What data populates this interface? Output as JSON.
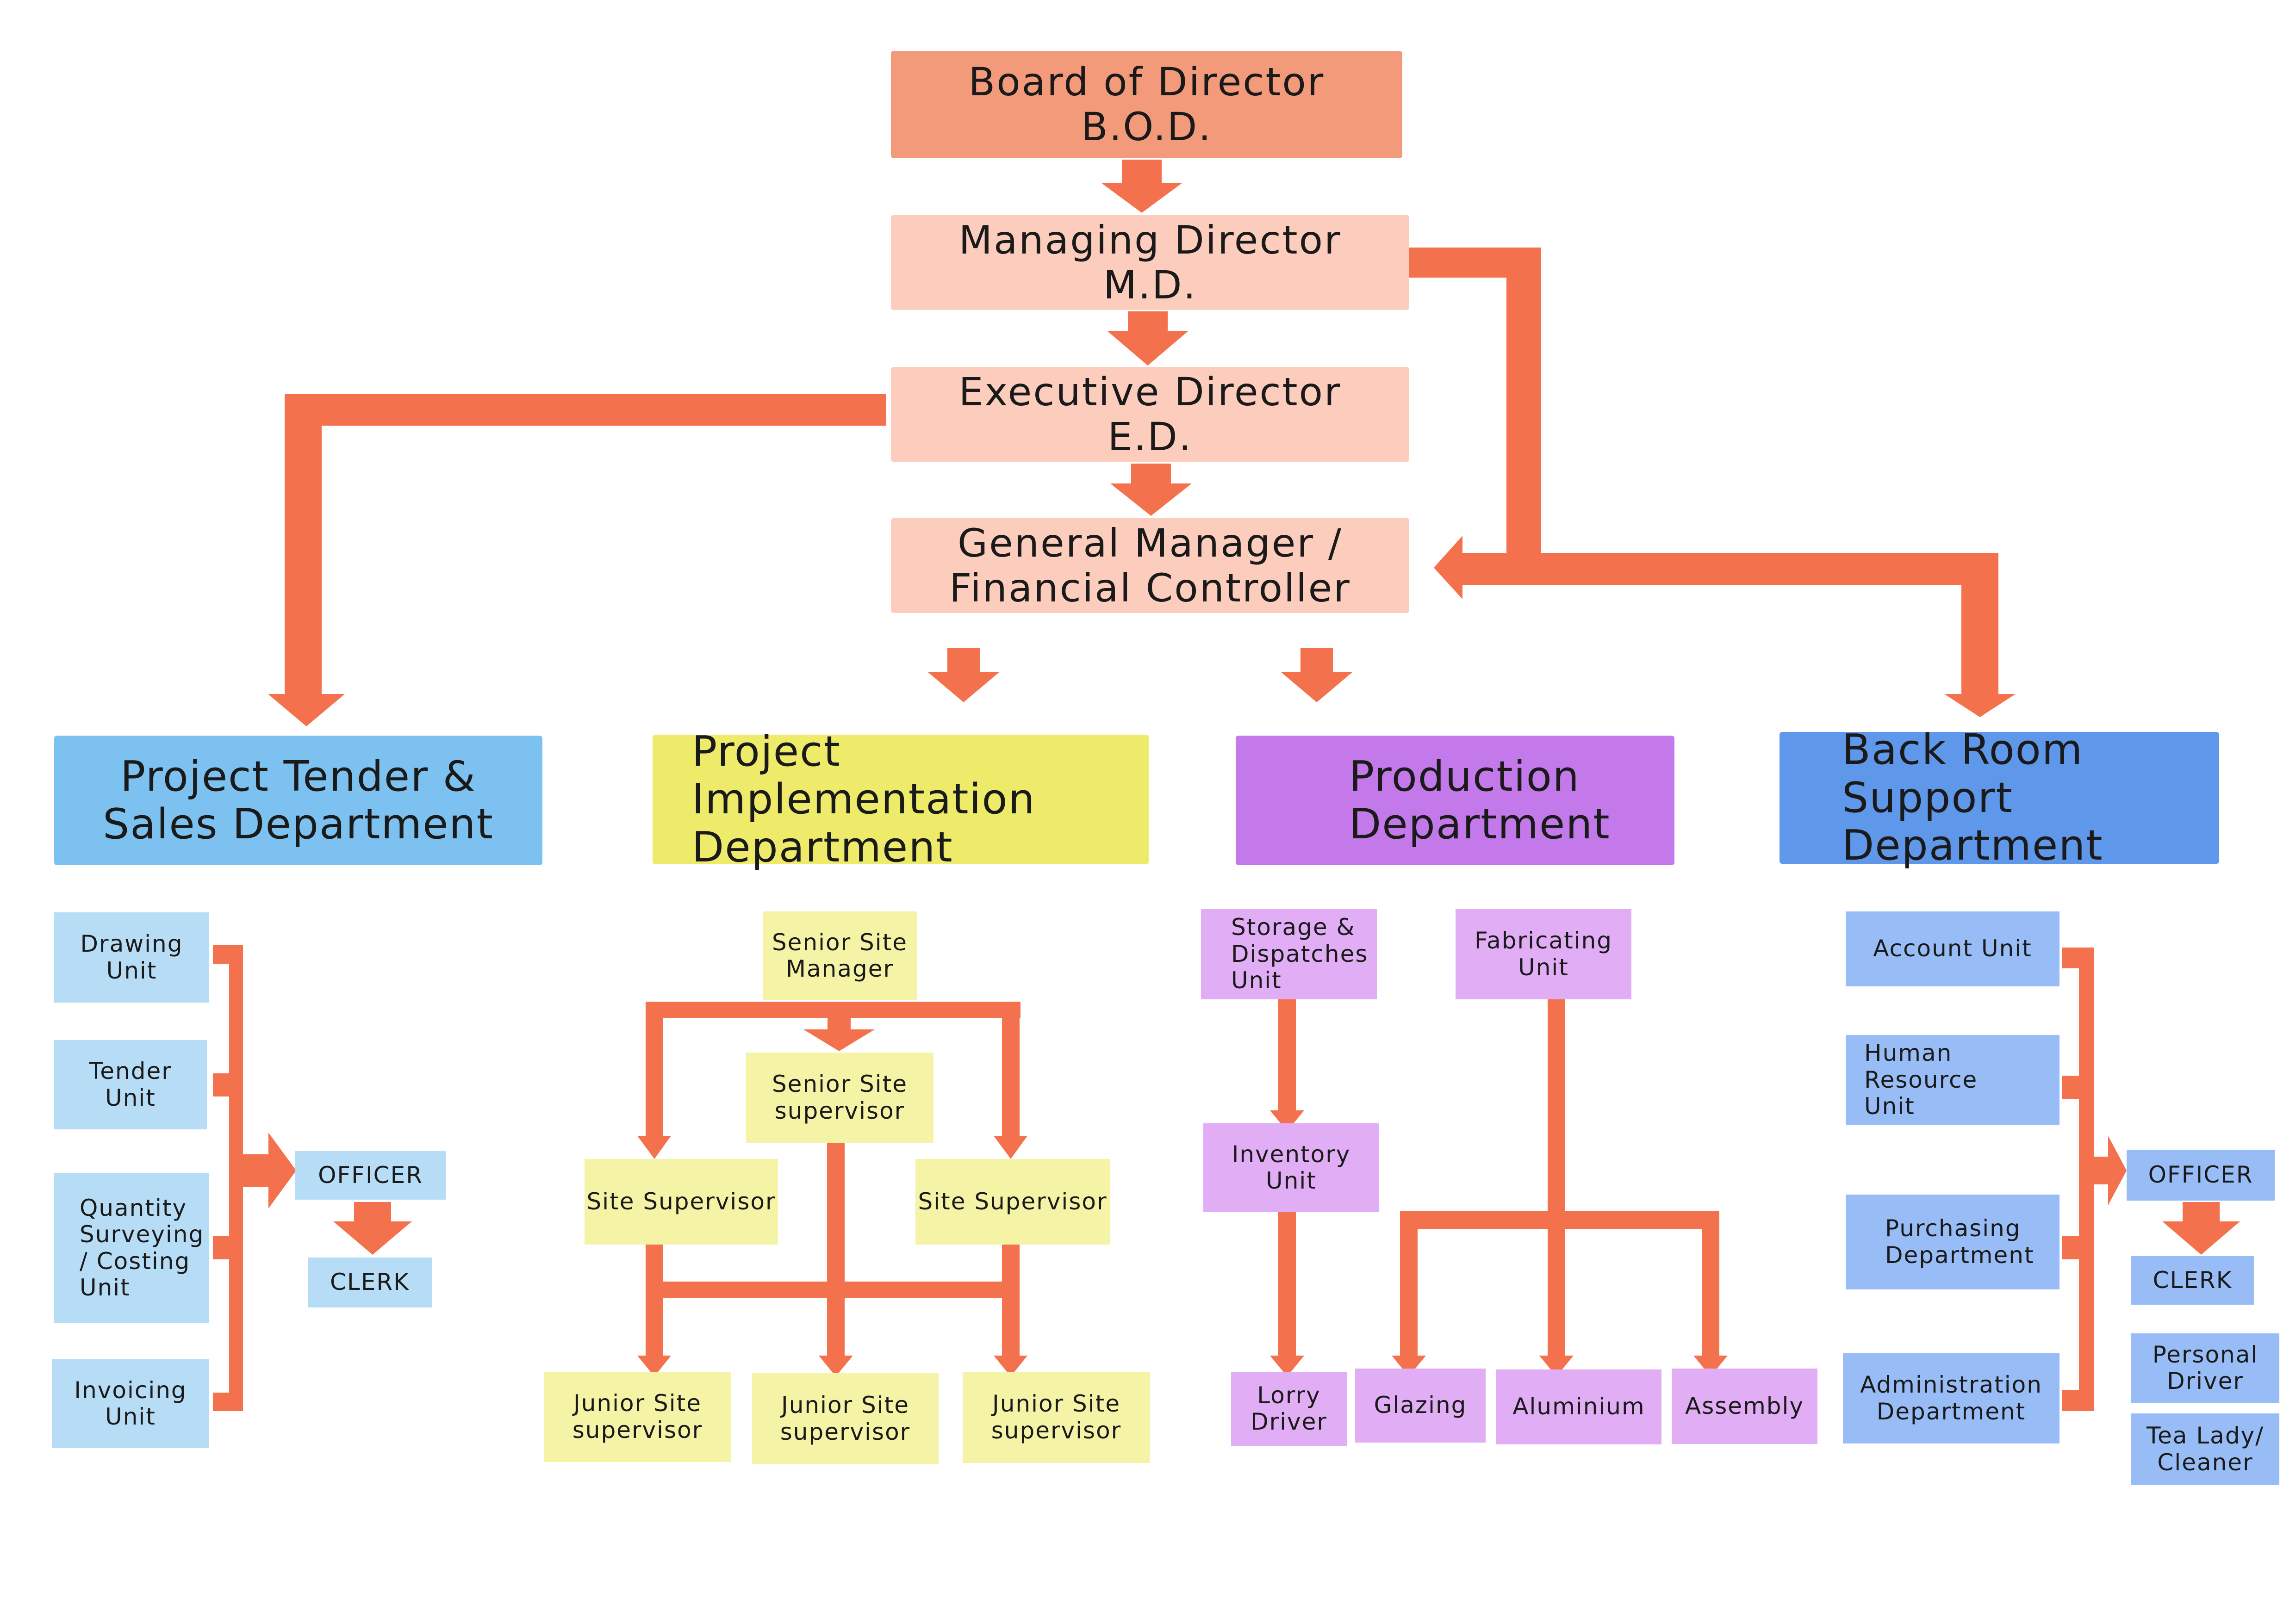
{
  "colors": {
    "arrow": "#f3714c",
    "bod": "#f39a7b",
    "exec_light": "#fcccbd",
    "tender": "#7cc1ef",
    "tender_unit": "#b7ddf6",
    "implementation": "#eeea6a",
    "implementation_unit": "#f5f3a6",
    "production": "#c379ea",
    "production_unit": "#e1adf5",
    "backroom": "#5f97ea",
    "backroom_unit": "#98bdf6"
  },
  "executives": {
    "bod": [
      "Board of Director",
      "B.O.D."
    ],
    "md": [
      "Managing Director",
      "M.D."
    ],
    "ed": [
      "Executive Director",
      "E.D."
    ],
    "gm": [
      "General Manager /",
      "Financial Controller"
    ]
  },
  "departments": {
    "tender": [
      "Project Tender &",
      "Sales Department"
    ],
    "implementation": [
      "Project Implementation",
      "Department"
    ],
    "production": [
      "Production",
      "Department"
    ],
    "backroom": [
      "Back Room Support",
      "Department"
    ]
  },
  "tender_units": {
    "drawing": [
      "Drawing",
      "Unit"
    ],
    "tender": [
      "Tender",
      "Unit"
    ],
    "qs": [
      "Quantity",
      "Surveying",
      "/ Costing",
      "Unit"
    ],
    "invoicing": [
      "Invoicing",
      "Unit"
    ],
    "officer": "OFFICER",
    "clerk": "CLERK"
  },
  "implementation_units": {
    "ssm": [
      "Senior Site",
      "Manager"
    ],
    "sss": [
      "Senior Site",
      "supervisor"
    ],
    "site_sup_left": "Site Supervisor",
    "site_sup_right": "Site Supervisor",
    "jss_1": [
      "Junior Site",
      "supervisor"
    ],
    "jss_2": [
      "Junior Site",
      "supervisor"
    ],
    "jss_3": [
      "Junior Site",
      "supervisor"
    ]
  },
  "production_units": {
    "storage": [
      "Storage &",
      "Dispatches",
      "Unit"
    ],
    "fabricating": [
      "Fabricating",
      "Unit"
    ],
    "inventory": [
      "Inventory",
      "Unit"
    ],
    "lorry": [
      "Lorry",
      "Driver"
    ],
    "glazing": "Glazing",
    "aluminium": "Aluminium",
    "assembly": "Assembly"
  },
  "backroom_units": {
    "account": "Account Unit",
    "hr": [
      "Human Resource",
      "Unit"
    ],
    "purchasing": [
      "Purchasing",
      "Department"
    ],
    "admin": [
      "Administration",
      "Department"
    ],
    "officer": "OFFICER",
    "clerk": "CLERK",
    "driver": [
      "Personal",
      "Driver"
    ],
    "tea": [
      "Tea Lady/",
      "Cleaner"
    ]
  }
}
